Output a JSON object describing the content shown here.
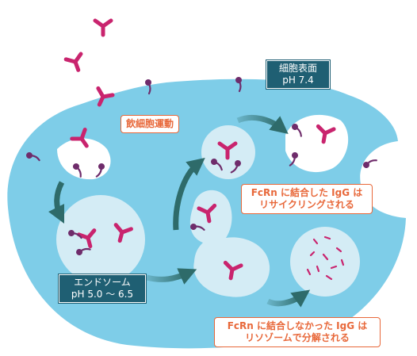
{
  "labels": {
    "cell_surface": {
      "line1": "細胞表面",
      "line2": "pH 7.4"
    },
    "endosome": {
      "line1": "エンドソーム",
      "line2": "pH 5.0 ～ 6.5"
    },
    "pinocytosis": "飲細胞運動",
    "recycled": {
      "line1": "FcRn に結合した IgG は",
      "line2": "リサイクリングされる"
    },
    "degraded": {
      "line1": "FcRn に結合しなかった IgG は",
      "line2": "リソゾームで分解される"
    }
  },
  "colors": {
    "cell": "#7ecde8",
    "vesicle": "#d4ecf5",
    "igg": "#c9246e",
    "fcrn": "#6f2c6b",
    "arrow": "#2e6b6a",
    "label_orange": "#e8683a",
    "label_teal": "#1f5f73"
  }
}
